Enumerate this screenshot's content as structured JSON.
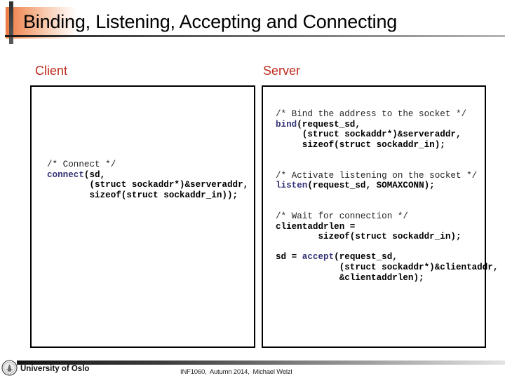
{
  "colors": {
    "heading_red": "#bd2a1e",
    "keyword_navy": "#333377",
    "accent_orange": "#ee7a41",
    "code_black": "#000000",
    "comment_gray": "#222222"
  },
  "slide": {
    "title": "Binding, Listening, Accepting and Connecting"
  },
  "client": {
    "heading": "Client",
    "code": [
      [
        {
          "c": "comment",
          "t": "/* Connect */"
        }
      ],
      [
        {
          "c": "kw",
          "t": "connect"
        },
        {
          "c": "code",
          "t": "(sd,"
        }
      ],
      [
        {
          "c": "code",
          "t": "        (struct sockaddr*)&serveraddr,"
        }
      ],
      [
        {
          "c": "code",
          "t": "        sizeof(struct sockaddr_in));"
        }
      ]
    ]
  },
  "server": {
    "heading": "Server",
    "code": [
      [
        {
          "c": "comment",
          "t": "/* Bind the address to the socket */"
        }
      ],
      [
        {
          "c": "kw",
          "t": "bind"
        },
        {
          "c": "code",
          "t": "(request_sd,"
        }
      ],
      [
        {
          "c": "code",
          "t": "     (struct sockaddr*)&serveraddr,"
        }
      ],
      [
        {
          "c": "code",
          "t": "     sizeof(struct sockaddr_in);"
        }
      ],
      [],
      [],
      [
        {
          "c": "comment",
          "t": "/* Activate listening on the socket */"
        }
      ],
      [
        {
          "c": "kw",
          "t": "listen"
        },
        {
          "c": "code",
          "t": "(request_sd, SOMAXCONN);"
        }
      ],
      [],
      [],
      [
        {
          "c": "comment",
          "t": "/* Wait for connection */"
        }
      ],
      [
        {
          "c": "code",
          "t": "clientaddrlen ="
        }
      ],
      [
        {
          "c": "code",
          "t": "        sizeof(struct sockaddr_in);"
        }
      ],
      [],
      [
        {
          "c": "code",
          "t": "sd = "
        },
        {
          "c": "kw",
          "t": "accept"
        },
        {
          "c": "code",
          "t": "(request_sd,"
        }
      ],
      [
        {
          "c": "code",
          "t": "            (struct sockaddr*)&clientaddr,"
        }
      ],
      [
        {
          "c": "code",
          "t": "            &clientaddrlen);"
        }
      ]
    ]
  },
  "footer": {
    "institution": "University of Oslo",
    "course_info": "INF1060,  Autumn 2014,  Michael Welzl",
    "logo_icon": "uio-seal"
  }
}
